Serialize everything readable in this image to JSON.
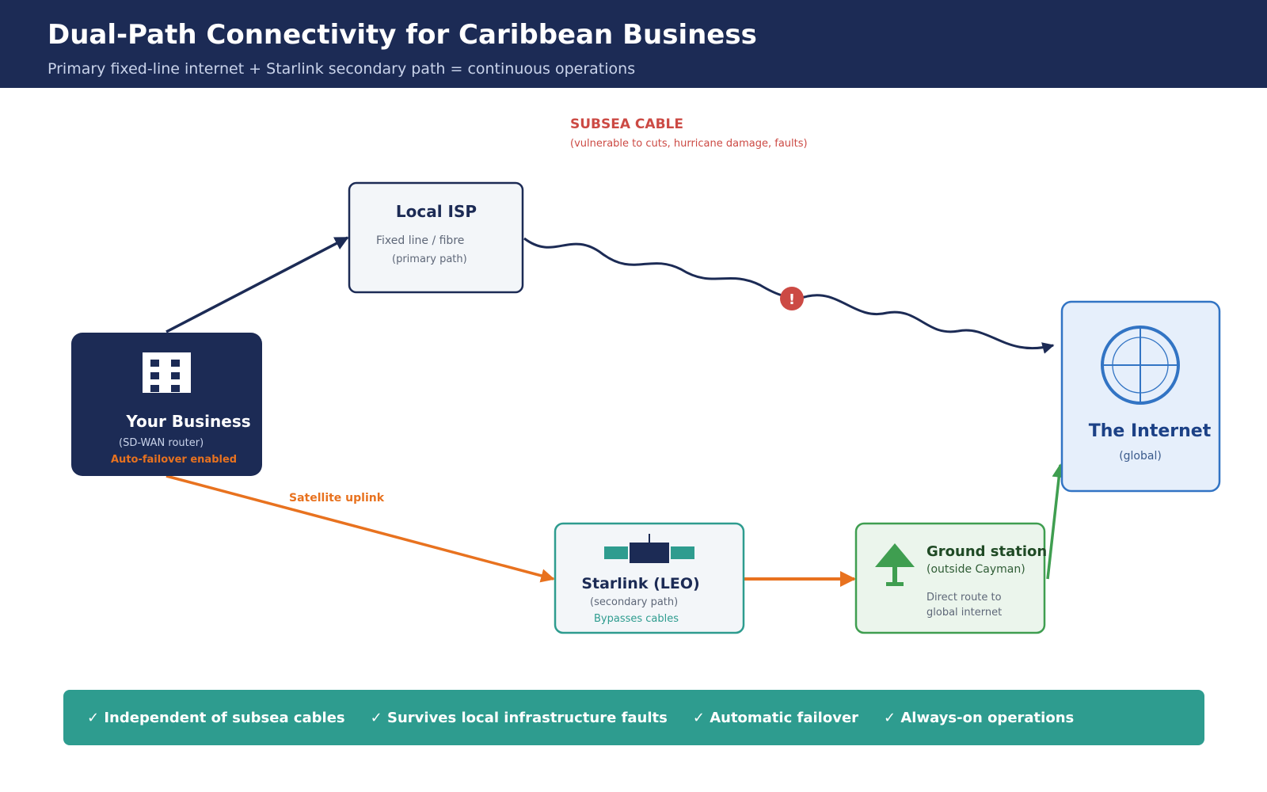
{
  "header": {
    "title": "Dual-Path Connectivity for Caribbean Business",
    "subtitle": "Primary fixed-line internet  +  Starlink secondary path = continuous operations"
  },
  "colors": {
    "navy": "#1c2b55",
    "orange": "#e8721f",
    "teal": "#2e9c8f",
    "green": "#3f9e50",
    "blue": "#3274c4",
    "red": "#cc4a44"
  },
  "nodes": {
    "business": {
      "title": "Your Business",
      "line1": "(SD-WAN router)",
      "line2": "Auto-failover enabled",
      "icon": "building-icon"
    },
    "isp": {
      "title": "Local ISP",
      "line1": "Fixed line / fibre",
      "line2": "(primary path)"
    },
    "internet": {
      "title": "The Internet",
      "line1": "(global)",
      "icon": "globe-icon"
    },
    "starlink": {
      "title": "Starlink (LEO)",
      "line1": "(secondary path)",
      "line2": "Bypasses cables",
      "icon": "satellite-icon"
    },
    "ground": {
      "title": "Ground station",
      "line1": "(outside Cayman)",
      "line2": "Direct route to",
      "line3": "global internet",
      "icon": "antenna-icon"
    }
  },
  "labels": {
    "subsea_title": "SUBSEA CABLE",
    "subsea_note": "(vulnerable to cuts, hurricane damage, faults)",
    "fault_marker": "!",
    "uplink": "Satellite uplink"
  },
  "footer": {
    "benefits": [
      "✓ Independent of subsea cables",
      "✓ Survives local infrastructure faults",
      "✓ Automatic failover",
      "✓ Always-on operations"
    ]
  }
}
